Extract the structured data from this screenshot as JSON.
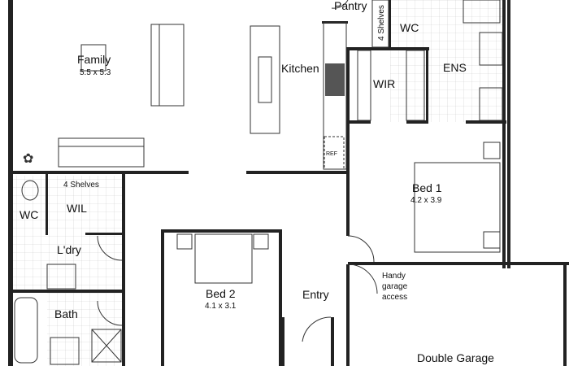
{
  "rooms": {
    "family": {
      "name": "Family",
      "size": "5.5 x 5.3"
    },
    "kitchen": {
      "name": "Kitchen"
    },
    "pantry": {
      "name": "Pantry",
      "shelves": "4 Shelves"
    },
    "wir": {
      "name": "WIR"
    },
    "wc_ens": {
      "name": "WC"
    },
    "ens": {
      "name": "ENS"
    },
    "bed1": {
      "name": "Bed 1",
      "size": "4.2 x 3.9"
    },
    "refrigerator": {
      "name": "REF"
    },
    "wc": {
      "name": "WC"
    },
    "wil": {
      "name": "WIL",
      "shelves": "4 Shelves"
    },
    "laundry": {
      "name": "L'dry"
    },
    "bath": {
      "name": "Bath"
    },
    "bed2": {
      "name": "Bed 2",
      "size": "4.1 x 3.1"
    },
    "entry": {
      "name": "Entry"
    },
    "garage": {
      "name": "Double Garage",
      "note_line1": "Handy",
      "note_line2": "garage",
      "note_line3": "access"
    }
  }
}
